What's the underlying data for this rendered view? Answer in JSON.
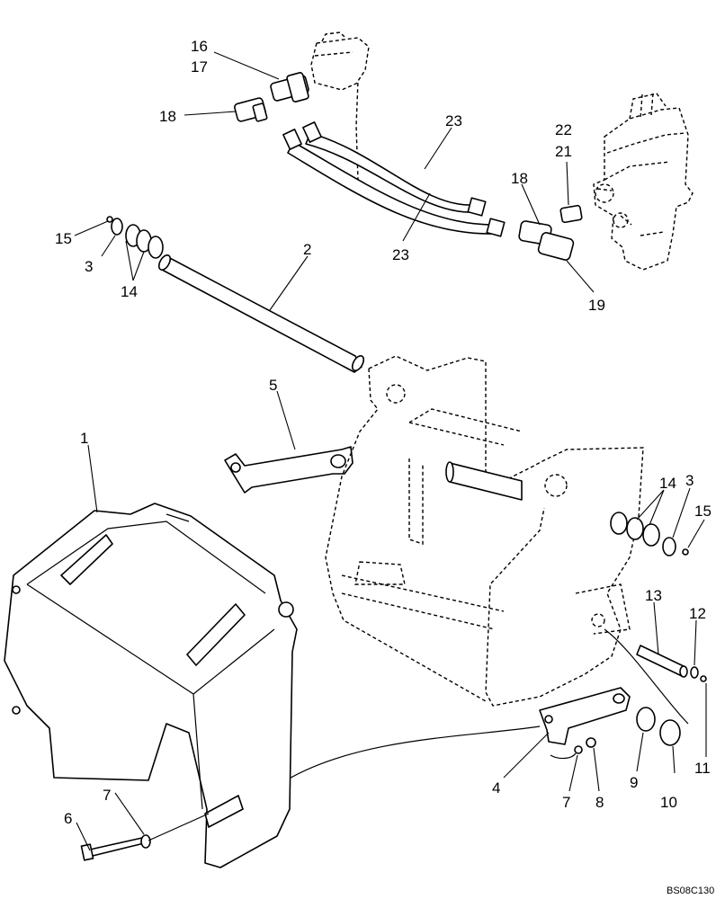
{
  "callouts": {
    "c1": "1",
    "c2": "2",
    "c3a": "3",
    "c3b": "3",
    "c4": "4",
    "c5": "5",
    "c6": "6",
    "c7a": "7",
    "c7b": "7",
    "c8": "8",
    "c9": "9",
    "c10": "10",
    "c11": "11",
    "c12": "12",
    "c13": "13",
    "c14a": "14",
    "c14b": "14",
    "c15a": "15",
    "c15b": "15",
    "c16": "16",
    "c17": "17",
    "c18a": "18",
    "c18b": "18",
    "c19": "19",
    "c21": "21",
    "c22": "22",
    "c23a": "23",
    "c23b": "23"
  },
  "drawing_code": "BS08C130"
}
